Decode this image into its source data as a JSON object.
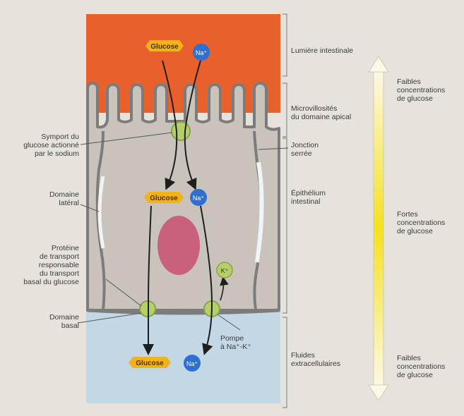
{
  "molecules": {
    "glucose": "Glucose",
    "sodium": "Na⁺",
    "potassium": "K⁺"
  },
  "left_labels": {
    "symport": "Symport du\nglucose actionné\npar le sodium",
    "lateral_domain": "Domaine\nlatéral",
    "basal_transport_protein": "Protéine\nde transport\nresponsable\ndu transport\nbasal du glucose",
    "basal_domain": "Domaine\nbasal"
  },
  "right_labels": {
    "intestinal_lumen": "Lumière intestinale",
    "microvilli": "Microvillosités\ndu domaine apical",
    "tight_junction": "Jonction\nserrée",
    "intestinal_epithelium": "Épithélium\nintestinal",
    "pump": "Pompe\nà Na⁺-K⁺",
    "extracellular_fluids": "Fluides\nextracellulaires"
  },
  "gradient_labels": {
    "top": "Faibles\nconcentrations\nde glucose",
    "middle": "Fortes\nconcentrations\nde glucose",
    "bottom": "Faibles\nconcentrations\nde glucose"
  },
  "colors": {
    "lumen": "#e8602c",
    "cytoplasm": "#c9c3bb",
    "membrane": "#7c7c7c",
    "extracellular": "#c4d7e4",
    "glucose": "#f2b21a",
    "sodium": "#2f6fd0",
    "transporter": "#b5d06a",
    "nucleus": "#c9617a",
    "gradient_yellow": "#f5e11e"
  }
}
